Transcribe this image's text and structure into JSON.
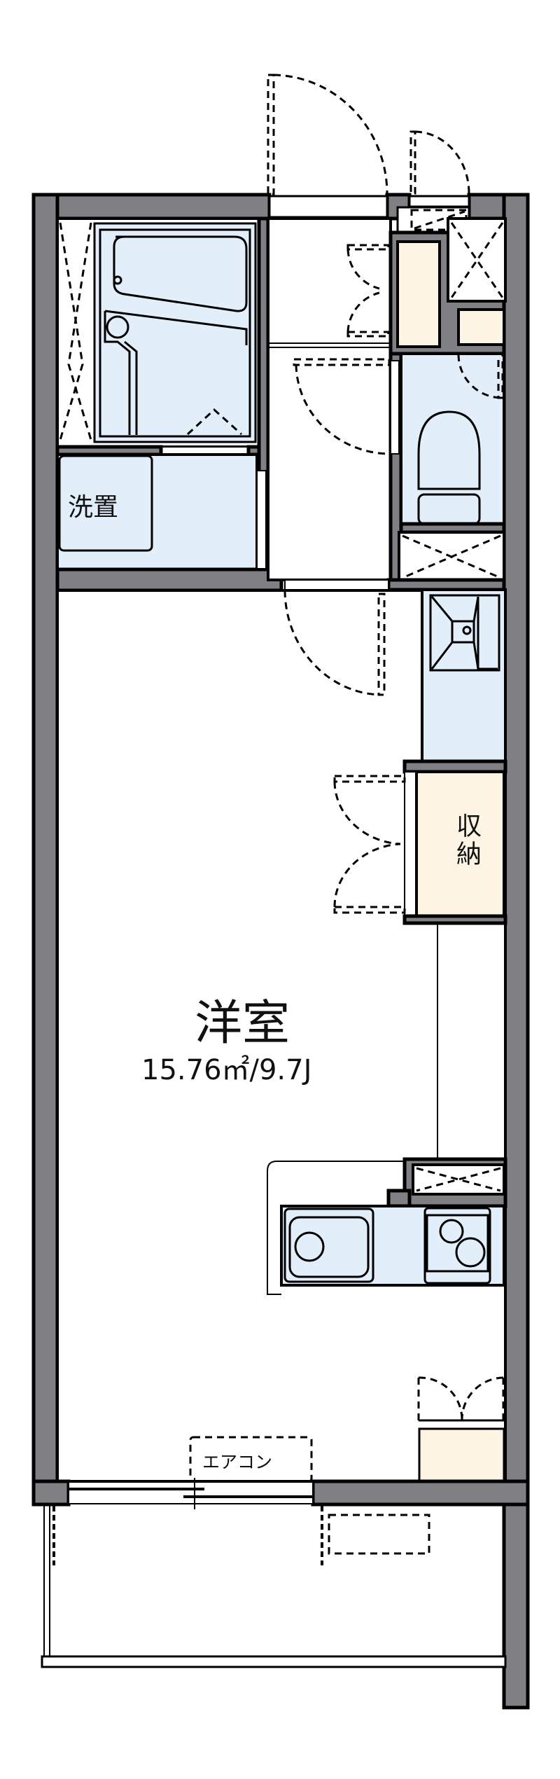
{
  "plan": {
    "colors": {
      "wall": "#808084",
      "wet_area": "#e3eefb",
      "storage": "#fdf4e3",
      "line": "#000000"
    },
    "rooms": {
      "main_room": {
        "name": "洋室",
        "area": "15.76㎡/9.7J"
      },
      "laundry": {
        "name": "洗置"
      },
      "storage": {
        "name": "収納"
      }
    },
    "fixtures": {
      "aircon": "エアコン"
    }
  }
}
